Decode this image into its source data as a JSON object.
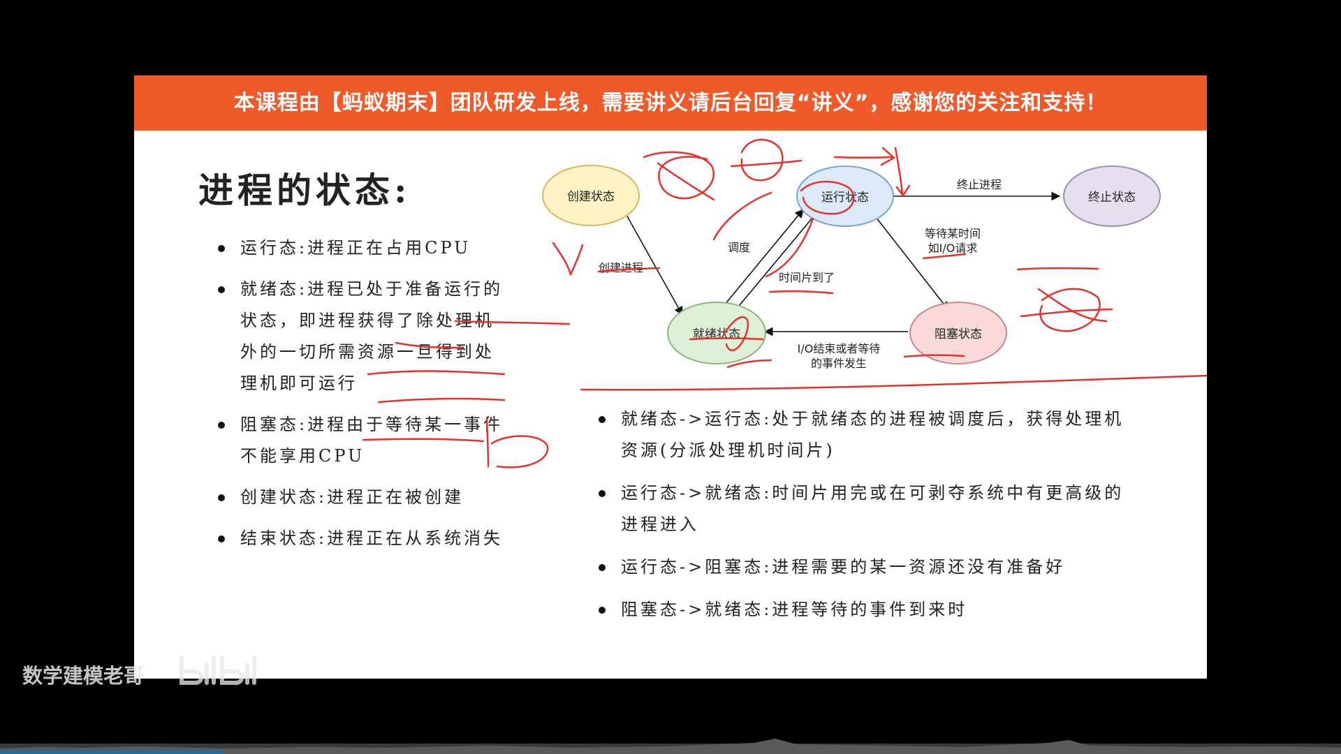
{
  "banner": {
    "text": "本课程由【蚂蚁期末】团队研发上线，需要讲义请后台回复“讲义”，感谢您的关注和支持！",
    "bg_color": "#f05a2a"
  },
  "slide": {
    "title": "进程的状态:",
    "left_items": [
      "运行态:进程正在占用CPU",
      "就绪态:进程已处于准备运行的状态，即进程获得了除处理机外的一切所需资源一旦得到处理机即可运行",
      "阻塞态:进程由于等待某一事件不能享用CPU",
      "创建状态:进程正在被创建",
      "结束状态:进程正在从系统消失"
    ],
    "right_items": [
      "就绪态->运行态:处于就绪态的进程被调度后，获得处理机资源(分派处理机时间片)",
      "运行态->就绪态:时间片用完或在可剥夺系统中有更高级的进程进入",
      "运行态->阻塞态:进程需要的某一资源还没有准备好",
      "阻塞态->就绪态:进程等待的事件到来时"
    ]
  },
  "diagram": {
    "states": {
      "create": {
        "label": "创建状态",
        "fill": "#fdf3c4",
        "stroke": "#d9b85a"
      },
      "running": {
        "label": "运行状态",
        "fill": "#dbe9f8",
        "stroke": "#7aa3cf"
      },
      "terminated": {
        "label": "终止状态",
        "fill": "#e6e0ee",
        "stroke": "#9a8fb0"
      },
      "ready": {
        "label": "就绪状态",
        "fill": "#dff0d8",
        "stroke": "#8fb37a"
      },
      "blocked": {
        "label": "阻塞状态",
        "fill": "#f9d9d9",
        "stroke": "#cf8585"
      }
    },
    "edges": {
      "create_process": "创建进程",
      "dispatch": "调度",
      "time_slice": "时间片到了",
      "terminate_process": "终止进程",
      "wait_line1": "等待某时间",
      "wait_line2": "如I/O请求",
      "io_done_line1": "I/O结束或者等待",
      "io_done_line2": "的事件发生"
    }
  },
  "watermark": {
    "text": "数学建模老哥",
    "logo_icon": "bilibili-logo-icon"
  },
  "annotation_color": "#e8302a"
}
